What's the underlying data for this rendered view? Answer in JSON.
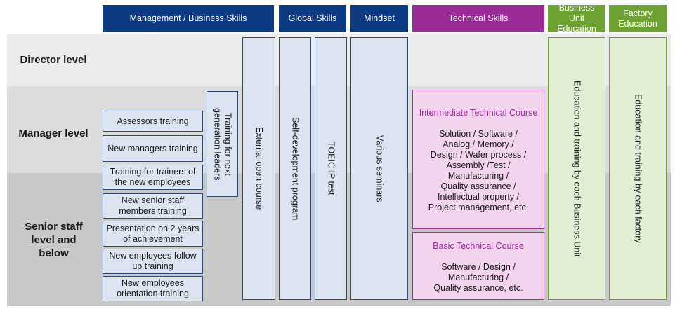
{
  "headers": {
    "management": "Management / Business Skills",
    "global": "Global Skills",
    "mindset": "Mindset",
    "technical": "Technical Skills",
    "business_unit": "Business Unit Education",
    "factory": "Factory Education"
  },
  "levels": {
    "director": "Director level",
    "manager": "Manager level",
    "senior": "Senior staff level and below"
  },
  "management_boxes": [
    "Assessors training",
    "New managers training",
    "Training for trainers of the new employees",
    "New senior staff members training",
    "Presentation on 2 years of achievement",
    "New employees follow up training",
    "New employees orientation training"
  ],
  "vertical_boxes": {
    "next_gen_leaders": "Training for next\ngeneration leaders",
    "external_open_course": "External open course",
    "self_development": "Self-development program",
    "toeic": "TOEIC IP test",
    "various_seminars": "Various seminars",
    "business_unit_training": "Education and training by each Business Unit",
    "factory_training": "Education and training by each factory"
  },
  "technical": {
    "intermediate_title": "Intermediate Technical Course",
    "intermediate_lines": [
      "Solution / Software /",
      "Analog / Memory /",
      "Design / Wafer process /",
      "Assembly /Test /",
      "Manufacturing /",
      "Quality assurance /",
      "Intellectual property /",
      "Project management, etc."
    ],
    "basic_title": "Basic Technical Course",
    "basic_lines": [
      "Software / Design /",
      "Manufacturing /",
      "Quality assurance, etc."
    ]
  },
  "colors": {
    "header_blue": "#0d3a80",
    "header_purple": "#9a2c97",
    "header_green": "#6da233"
  }
}
